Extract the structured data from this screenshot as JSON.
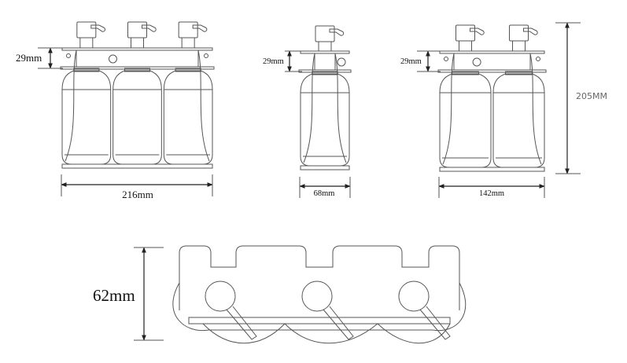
{
  "units": [
    {
      "name": "triple-dispenser",
      "bottles": 3,
      "bracket_height_label": "29mm",
      "width_label": "216mm"
    },
    {
      "name": "single-dispenser",
      "bottles": 1,
      "bracket_height_label": "29mm",
      "width_label": "68mm"
    },
    {
      "name": "double-dispenser",
      "bottles": 2,
      "bracket_height_label": "29mm",
      "width_label": "142mm",
      "height_label": "205MM"
    }
  ],
  "top_view": {
    "depth_label": "62mm"
  }
}
